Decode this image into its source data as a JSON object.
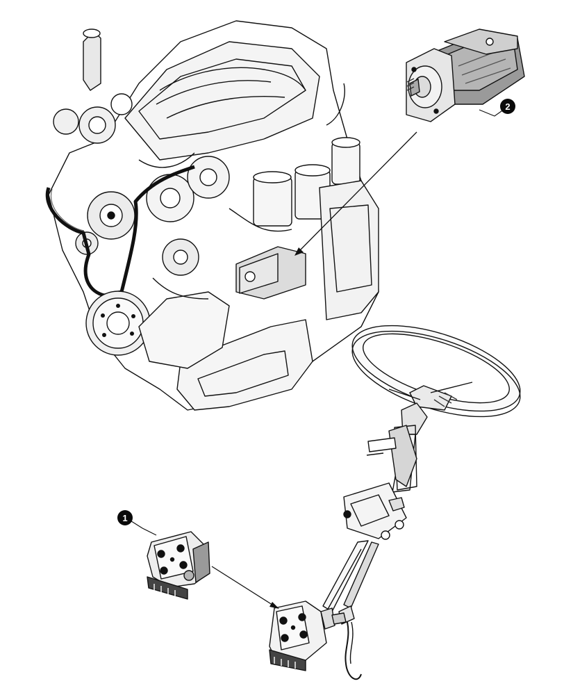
{
  "callouts": [
    {
      "id": 1,
      "label": "1",
      "part": "steering-motor-valve"
    },
    {
      "id": 2,
      "label": "2",
      "part": "hydraulic-gear-pump"
    }
  ],
  "colors": {
    "line": "#111111",
    "shade_light": "#cfcfcf",
    "shade_mid": "#9a9a9a",
    "shade_dark": "#555555",
    "badge": "#0a0a0a",
    "badge_text": "#ffffff"
  }
}
